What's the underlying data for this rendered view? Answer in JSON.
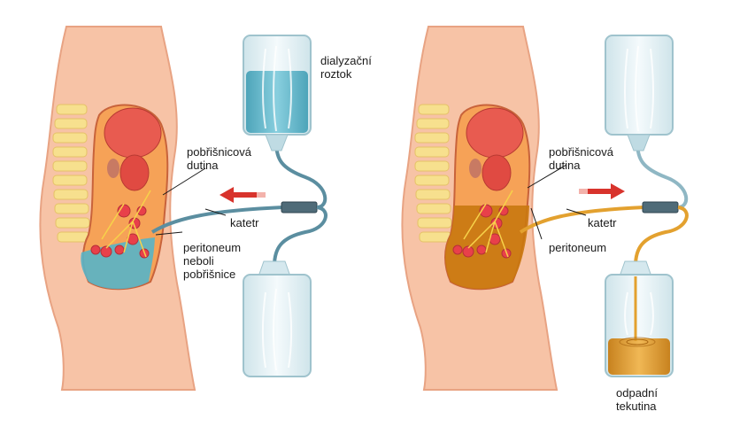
{
  "labels": {
    "left_solution": "dialyzační\nroztok",
    "left_cavity": "pobřišnicová\ndutina",
    "left_catheter": "katetr",
    "left_peritoneum": "peritoneum\nneboli\npobřišnice",
    "right_cavity": "pobřišnicová\ndutina",
    "right_catheter": "katetr",
    "right_peritoneum": "peritoneum",
    "right_waste": "odpadní\ntekutina"
  },
  "colors": {
    "skin": "#f7c3a6",
    "skin_edge": "#e8a383",
    "dialysis_fluid": "#58b4c8",
    "waste_fluid": "#e3a12f",
    "organ": "#e85b50",
    "bag": "#e6f2f5",
    "bag_edge": "#9fc3cd",
    "arrow": "#d8332c"
  }
}
